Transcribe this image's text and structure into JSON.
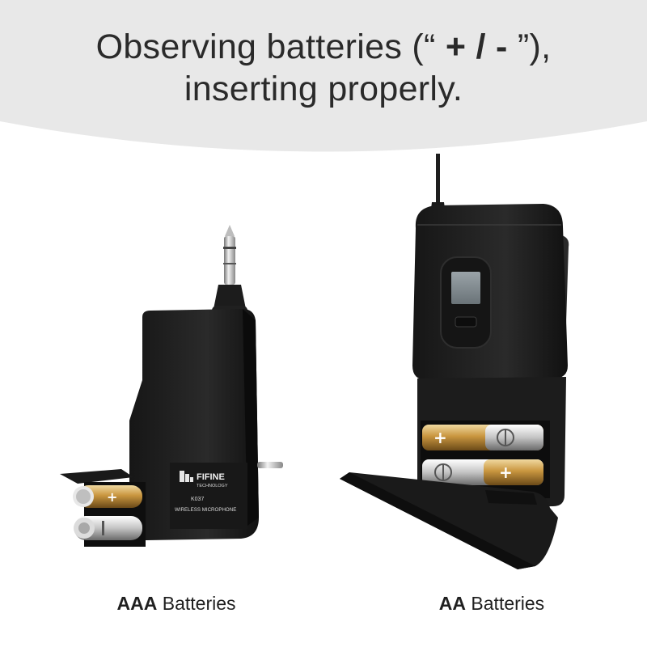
{
  "header": {
    "line1_before": "Observing batteries (“ ",
    "line1_symbols": "+ / -",
    "line1_after": " ”),",
    "line2": "inserting properly.",
    "banner_color": "#e8e8e8"
  },
  "receiver": {
    "brand": "FIFINE",
    "brand_sub": "TECHNOLOGY",
    "model": "K037",
    "product_label": "WIRELESS MICROPHONE",
    "battery_plus": "+",
    "battery_minus": "−"
  },
  "transmitter": {
    "battery_plus": "+",
    "battery_minus": "−"
  },
  "captions": {
    "left_bold": "AAA",
    "left_rest": " Batteries",
    "right_bold": "AA",
    "right_rest": " Batteries"
  }
}
